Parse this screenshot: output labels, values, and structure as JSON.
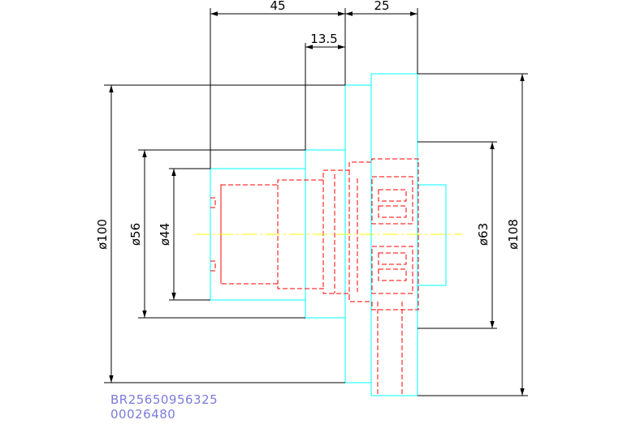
{
  "dimensions": {
    "len_45": "45",
    "len_25": "25",
    "len_13_5": "13.5",
    "dia_100": "ø100",
    "dia_56": "ø56",
    "dia_44": "ø44",
    "dia_63": "ø63",
    "dia_108": "ø108"
  },
  "stamp": {
    "code": "BR25650956325",
    "number": "00026480"
  },
  "colors": {
    "outline": "#00ffff",
    "hidden": "#ff0000",
    "centerline": "#ffff00",
    "dimension": "#000000",
    "stamp": "#7b7bdc"
  }
}
